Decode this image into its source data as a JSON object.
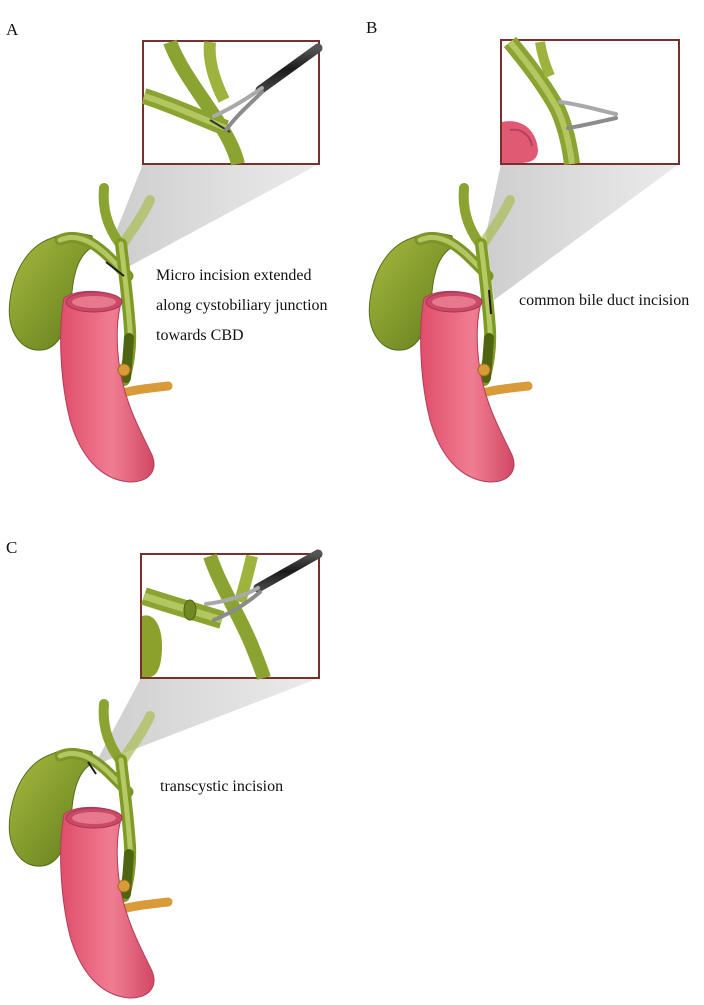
{
  "panels": [
    {
      "letter": "A",
      "caption_lines": [
        "Micro incision extended",
        "along cystobiliary junction",
        "towards CBD"
      ]
    },
    {
      "letter": "B",
      "caption_lines": [
        "common bile duct incision"
      ]
    },
    {
      "letter": "C",
      "caption_lines": [
        "transcystic incision"
      ]
    }
  ],
  "colors": {
    "duct": "#9fb43c",
    "duct_dark": "#6f8a22",
    "gallbladder": "#8ca02c",
    "duodenum": "#e9627a",
    "duodenum_dark": "#c84662",
    "pancreatic_duct": "#d99a3a",
    "inset_border": "#7a2f2f",
    "instrument": "#2b2b2b",
    "jaw": "#b9b9b9"
  }
}
